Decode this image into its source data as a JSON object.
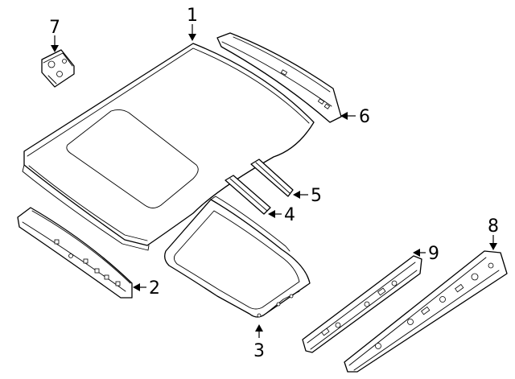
{
  "callouts": {
    "p1": "1",
    "p2": "2",
    "p3": "3",
    "p4": "4",
    "p5": "5",
    "p6": "6",
    "p7": "7",
    "p8": "8",
    "p9": "9"
  }
}
